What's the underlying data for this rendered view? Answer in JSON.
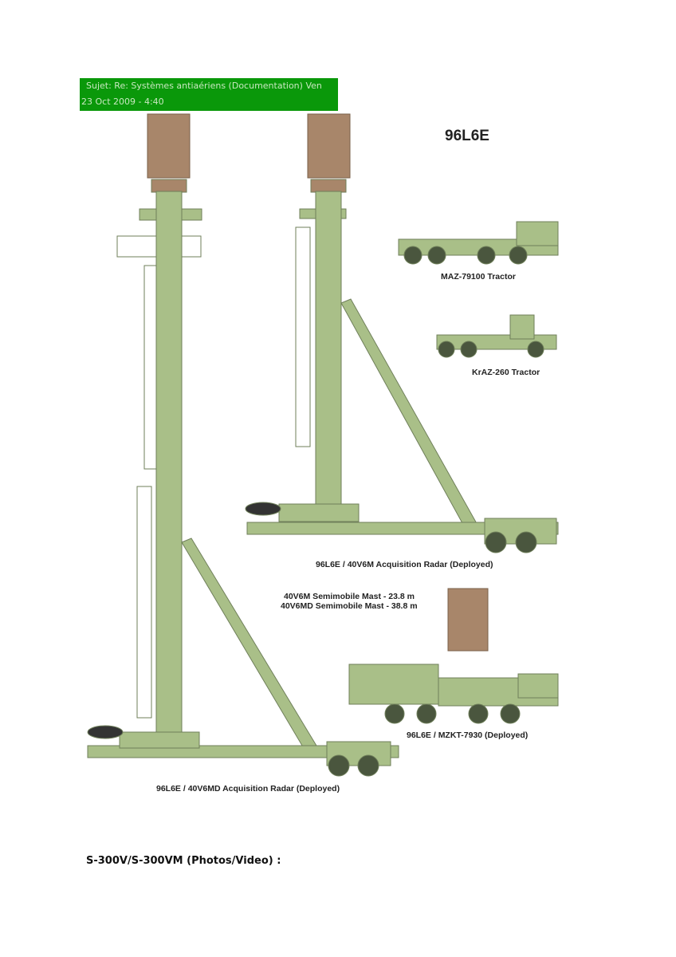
{
  "header": {
    "subject": "Sujet: Re: Systèmes antiaériens (Documentation) Ven",
    "date": "23 Oct 2009 - 4:40"
  },
  "figure": {
    "title": "96L6E",
    "labels": {
      "maz": "MAZ-79100 Tractor",
      "kraz": "KrAZ-260 Tractor",
      "deployed_40v6m": "96L6E / 40V6M Acquisition Radar (Deployed)",
      "mast1": "40V6M Semimobile Mast - 23.8 m",
      "mast2": "40V6MD Semimobile Mast - 38.8 m",
      "mzkt": "96L6E / MZKT-7930 (Deployed)",
      "deployed_40v6md": "96L6E / 40V6MD Acquisition Radar (Deployed)"
    },
    "colors": {
      "olive": "#a9bf88",
      "tan": "#a8866a",
      "dark": "#3e4a33"
    }
  },
  "footer": {
    "heading": "S-300V/S-300VM (Photos/Video) :"
  }
}
